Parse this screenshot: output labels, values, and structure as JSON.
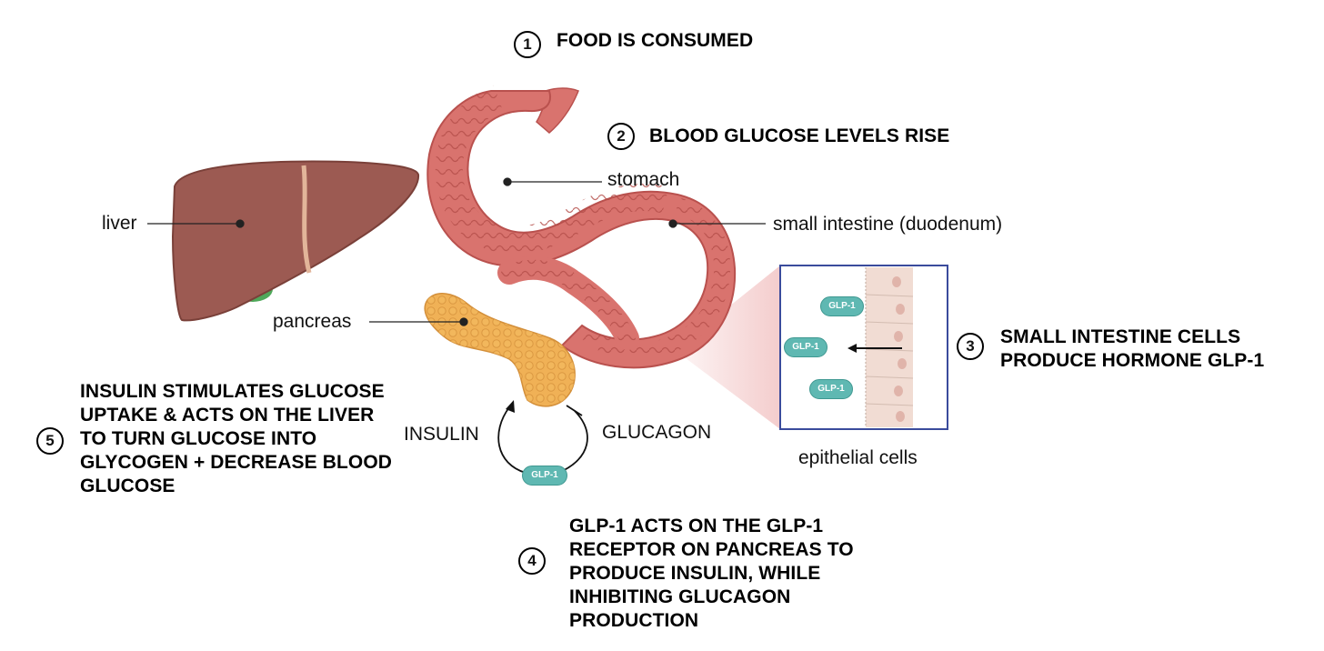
{
  "steps": [
    {
      "number": "1",
      "lines": [
        "FOOD IS CONSUMED"
      ]
    },
    {
      "number": "2",
      "lines": [
        "BLOOD GLUCOSE LEVELS RISE"
      ]
    },
    {
      "number": "3",
      "lines": [
        "SMALL INTESTINE CELLS",
        "PRODUCE HORMONE GLP-1"
      ]
    },
    {
      "number": "4",
      "lines": [
        "GLP-1 ACTS ON THE GLP-1",
        "RECEPTOR ON PANCREAS TO",
        "PRODUCE INSULIN, WHILE",
        "INHIBITING GLUCAGON",
        "PRODUCTION"
      ]
    },
    {
      "number": "5",
      "lines": [
        "INSULIN STIMULATES GLUCOSE",
        "UPTAKE & ACTS ON THE LIVER",
        "TO TURN GLUCOSE INTO",
        "GLYCOGEN + DECREASE BLOOD",
        "GLUCOSE"
      ]
    }
  ],
  "labels": {
    "liver": "liver",
    "stomach": "stomach",
    "small_intestine": "small intestine (duodenum)",
    "pancreas": "pancreas",
    "epithelial": "epithelial cells",
    "insulin": "INSULIN",
    "glucagon": "GLUCAGON"
  },
  "pills": {
    "inset_1": "GLP-1",
    "inset_2": "GLP-1",
    "inset_3": "GLP-1",
    "pancreas_loop": "GLP-1"
  },
  "colors": {
    "liver": "#9c5a52",
    "gallbladder": "#4fa85a",
    "stomach": "#d9736e",
    "stomach_inner": "#b9514e",
    "pancreas": "#f0b156",
    "glp1": "#5fb8b2",
    "inset_border": "#3a4b9c",
    "epithelial": "#f1dcd3"
  }
}
